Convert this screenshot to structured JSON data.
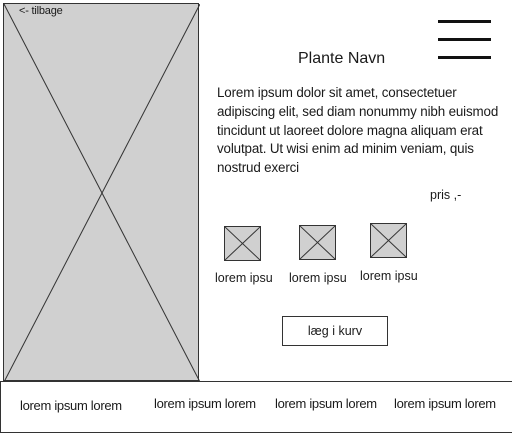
{
  "nav": {
    "back_label": "<- tilbage",
    "menu_icon": "hamburger-icon"
  },
  "hero": {
    "image_icon": "image-placeholder-icon"
  },
  "product": {
    "title": "Plante Navn",
    "description": "Lorem ipsum dolor sit amet, consectetuer adipiscing elit, sed diam nonummy nibh euismod tincidunt ut laoreet dolore magna aliquam erat volutpat. Ut wisi enim ad minim veniam, quis nostrud exerci",
    "price": "pris ,-"
  },
  "options": [
    {
      "label": "lorem ipsu",
      "icon": "image-placeholder-icon"
    },
    {
      "label": "lorem ipsu",
      "icon": "image-placeholder-icon"
    },
    {
      "label": "lorem ipsu",
      "icon": "image-placeholder-icon"
    }
  ],
  "cart": {
    "button_label": "læg i kurv"
  },
  "footer": {
    "links": [
      "lorem ipsum lorem",
      "lorem ipsum lorem",
      "lorem ipsum lorem",
      "lorem ipsum lorem"
    ]
  },
  "colors": {
    "placeholder_fill": "#d0d0d0",
    "stroke": "#333333",
    "background": "#ffffff"
  }
}
